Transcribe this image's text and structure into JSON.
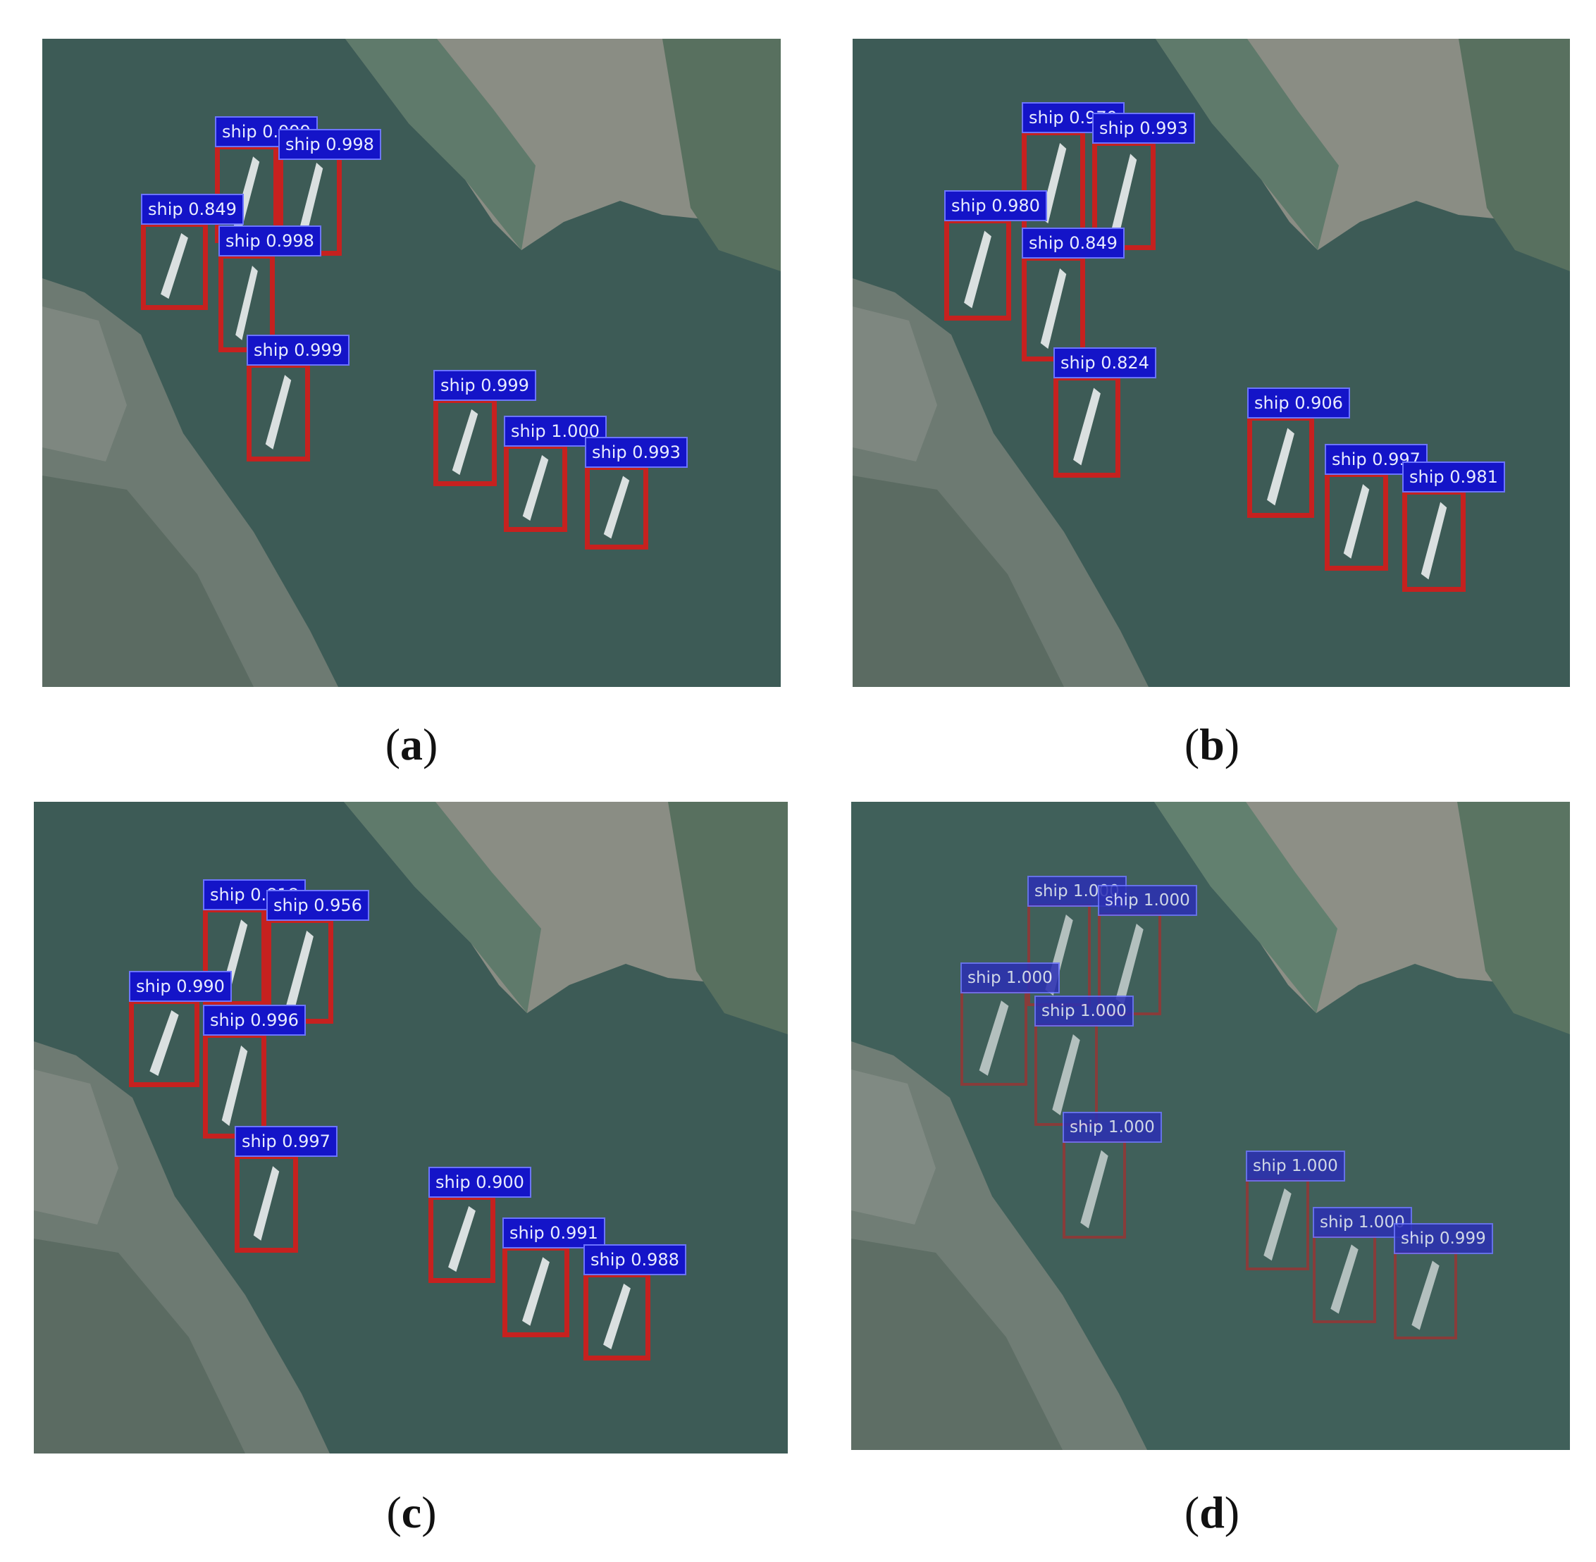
{
  "panels": [
    {
      "id": "a",
      "caption": "a",
      "detections": [
        {
          "label": "ship 0.999"
        },
        {
          "label": "ship 0.998"
        },
        {
          "label": "ship 0.849"
        },
        {
          "label": "ship 0.998"
        },
        {
          "label": "ship 0.999"
        },
        {
          "label": "ship 0.999"
        },
        {
          "label": "ship 1.000"
        },
        {
          "label": "ship 0.993"
        }
      ]
    },
    {
      "id": "b",
      "caption": "b",
      "detections": [
        {
          "label": "ship 0.979"
        },
        {
          "label": "ship 0.993"
        },
        {
          "label": "ship 0.980"
        },
        {
          "label": "ship 0.849"
        },
        {
          "label": "ship 0.824"
        },
        {
          "label": "ship 0.906"
        },
        {
          "label": "ship 0.997"
        },
        {
          "label": "ship 0.981"
        }
      ]
    },
    {
      "id": "c",
      "caption": "c",
      "detections": [
        {
          "label": "ship 0.818"
        },
        {
          "label": "ship 0.956"
        },
        {
          "label": "ship 0.990"
        },
        {
          "label": "ship 0.996"
        },
        {
          "label": "ship 0.997"
        },
        {
          "label": "ship 0.900"
        },
        {
          "label": "ship 0.991"
        },
        {
          "label": "ship 0.988"
        }
      ]
    },
    {
      "id": "d",
      "caption": "d",
      "detections": [
        {
          "label": "ship 1.000"
        },
        {
          "label": "ship 1.000"
        },
        {
          "label": "ship 1.000"
        },
        {
          "label": "ship 1.000"
        },
        {
          "label": "ship 1.000"
        },
        {
          "label": "ship 1.000"
        },
        {
          "label": "ship 1.000"
        },
        {
          "label": "ship 0.999"
        }
      ]
    }
  ]
}
